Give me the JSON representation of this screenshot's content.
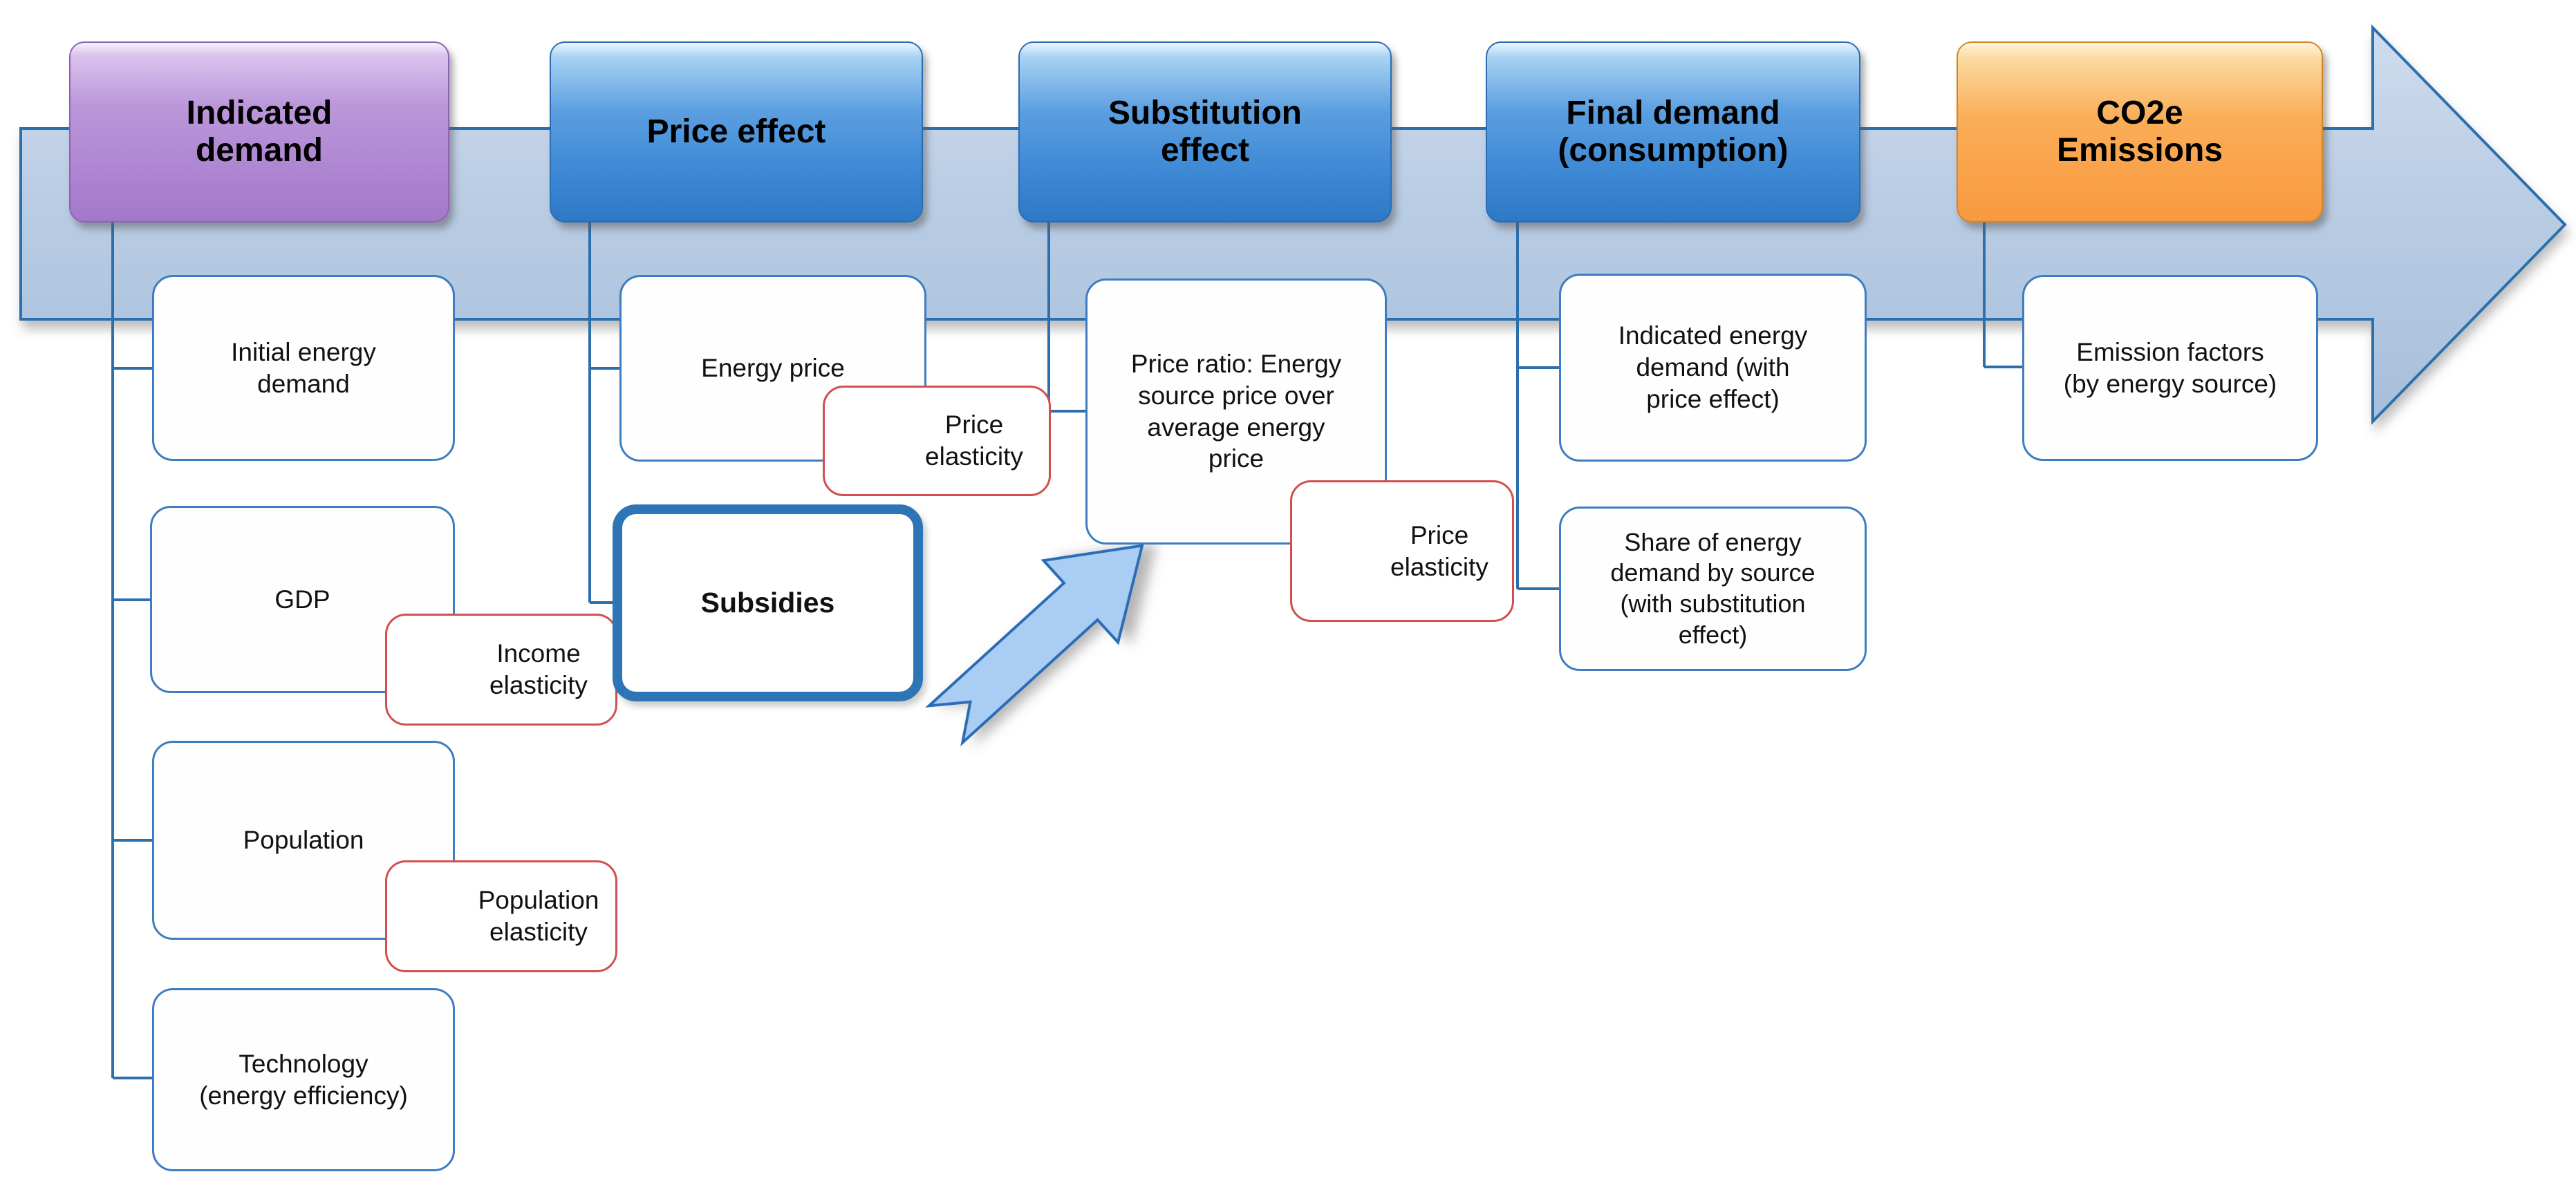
{
  "flow": {
    "type": "process-flow-diagram",
    "direction": "left-to-right",
    "band_fill": "#b9cce4",
    "band_border": "#2c6fad"
  },
  "stages": [
    {
      "label": "Indicated\ndemand",
      "theme": "purple",
      "sub_boxes": [
        {
          "label": "Initial energy\ndemand"
        },
        {
          "label": "GDP"
        },
        {
          "label": "Population"
        },
        {
          "label": "Technology\n(energy efficiency)"
        }
      ],
      "elasticity_boxes": [
        {
          "label": "Income\nelasticity"
        },
        {
          "label": "Population\nelasticity"
        }
      ]
    },
    {
      "label": "Price effect",
      "theme": "blue",
      "sub_boxes": [
        {
          "label": "Energy price"
        },
        {
          "label": "Subsidies",
          "emphasized": true
        }
      ],
      "elasticity_boxes": [
        {
          "label": "Price\nelasticity"
        }
      ]
    },
    {
      "label": "Substitution\neffect",
      "theme": "blue",
      "sub_boxes": [
        {
          "label": "Price ratio: Energy\nsource price over\naverage energy\nprice"
        }
      ],
      "elasticity_boxes": [
        {
          "label": "Price\nelasticity"
        }
      ]
    },
    {
      "label": "Final demand\n(consumption)",
      "theme": "blue",
      "sub_boxes": [
        {
          "label": "Indicated energy\ndemand (with\nprice effect)"
        },
        {
          "label": "Share of energy\ndemand by source\n(with substitution\neffect)"
        }
      ],
      "elasticity_boxes": []
    },
    {
      "label": "CO2e\nEmissions",
      "theme": "orange",
      "sub_boxes": [
        {
          "label": "Emission factors\n(by energy source)"
        }
      ],
      "elasticity_boxes": []
    }
  ],
  "colors": {
    "header_purple": "#af86d2",
    "header_blue": "#3f8ad6",
    "header_orange": "#f9a94e",
    "band_fill": "#b9cce4",
    "band_border": "#2c6fad",
    "sub_box_border": "#3e7dc1",
    "elasticity_border": "#d14f4f",
    "subsidies_border": "#2e75b6",
    "diagonal_arrow_fill": "#4a8fd6",
    "connector_line": "#2c6fad",
    "text": "#000000"
  }
}
